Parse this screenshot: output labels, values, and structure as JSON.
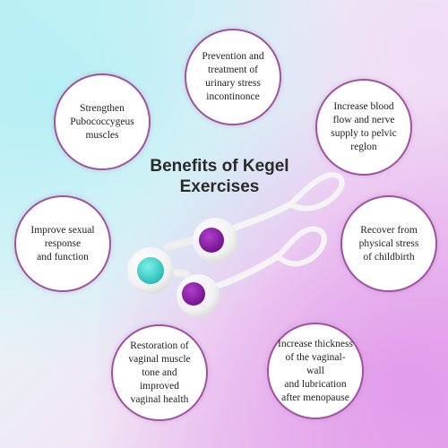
{
  "title": "Benefits of Kegel\nExercises",
  "colors": {
    "bubble_border": "#a0529e",
    "ball_purple": "#8a1aa8",
    "ball_teal": "#3ed3cc",
    "ball_white": "#f4f4f4"
  },
  "benefits": [
    {
      "text": "Prevention and\ntreatment of\nurinary stress\nincontinonce"
    },
    {
      "text": "Strengthen\nPubococcygeus\nmuscles"
    },
    {
      "text": "Increase blood\nflow and nerve\nsupply to pelvic\nreglon"
    },
    {
      "text": "Improve sexual\nresponse\nand function"
    },
    {
      "text": "Recover from\nphysical stress\nof childbirth"
    },
    {
      "text": "Restoration of\nvaginal muscle\ntone and improved\nvaginal health"
    },
    {
      "text": "Increase thickness\nof the vaginal-wall\nand lubrication\nafter menopause"
    }
  ]
}
